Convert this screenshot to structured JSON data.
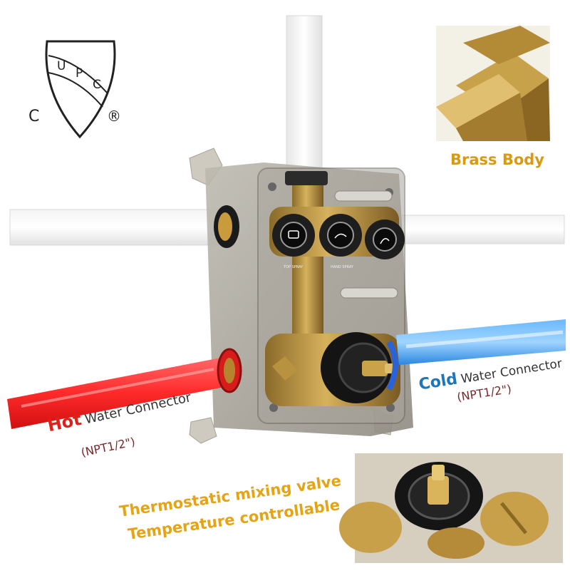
{
  "logo": {
    "upc_u": "U",
    "upc_p": "P",
    "upc_c": "C",
    "c_mark": "C",
    "reg_mark": "®"
  },
  "labels": {
    "hot_word": "Hot",
    "hot_rest": "Water Connector",
    "hot_npt": "(NPT1/2\")",
    "cold_word": "Cold",
    "cold_rest": "Water Connector",
    "cold_npt": "(NPT1/2\")",
    "brass_body": "Brass Body",
    "thermo_line1": "Thermostatic mixing valve",
    "thermo_line2": "Temperature controllable"
  },
  "valve_buttons": {
    "top_spray": "TOP SPRAY",
    "hand_spray": "HAND SPRAY"
  },
  "colors": {
    "hot": "#e0201b",
    "cold": "#1f76b8",
    "brass": "#d99a12"
  }
}
